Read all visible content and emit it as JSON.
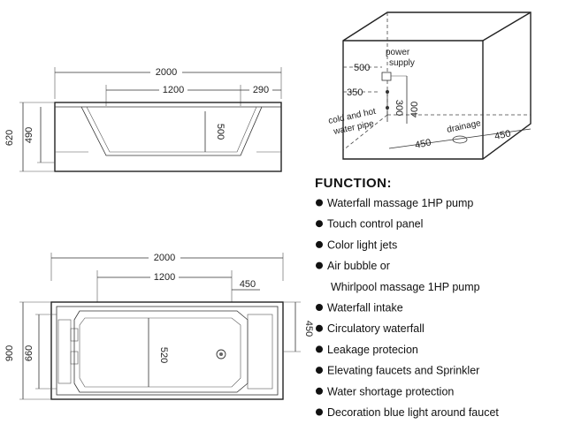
{
  "side_view": {
    "width_total": "2000",
    "width_inner": "1200",
    "width_end": "290",
    "height_total": "620",
    "height_body": "490",
    "depth": "500"
  },
  "top_view": {
    "width_total": "2000",
    "width_inner": "1200",
    "width_end": "450",
    "height_total": "900",
    "height_inner": "660",
    "height_right": "450",
    "depth": "520"
  },
  "room_view": {
    "power_label_1": "power",
    "power_label_2": "supply",
    "dim_500": "500",
    "dim_350": "350",
    "dim_400": "400",
    "dim_300": "300",
    "pipe_label_1": "cold and hot",
    "pipe_label_2": "water pipe",
    "drainage_label": "drainage",
    "dim_450_left": "450",
    "dim_450_right": "450"
  },
  "function": {
    "title": "FUNCTION:",
    "items": [
      {
        "text": "Waterfall massage 1HP pump",
        "bullet": true
      },
      {
        "text": "Touch control panel",
        "bullet": true
      },
      {
        "text": "Color light jets",
        "bullet": true
      },
      {
        "text": "Air bubble or",
        "bullet": true
      },
      {
        "text": "Whirlpool massage  1HP pump",
        "bullet": false
      },
      {
        "text": "Waterfall intake",
        "bullet": true
      },
      {
        "text": "Circulatory waterfall",
        "bullet": true
      },
      {
        "text": "Leakage protecion",
        "bullet": true
      },
      {
        "text": "Elevating faucets and Sprinkler",
        "bullet": true
      },
      {
        "text": "Water shortage protection",
        "bullet": true
      },
      {
        "text": "Decoration blue light around faucet",
        "bullet": true
      }
    ]
  }
}
